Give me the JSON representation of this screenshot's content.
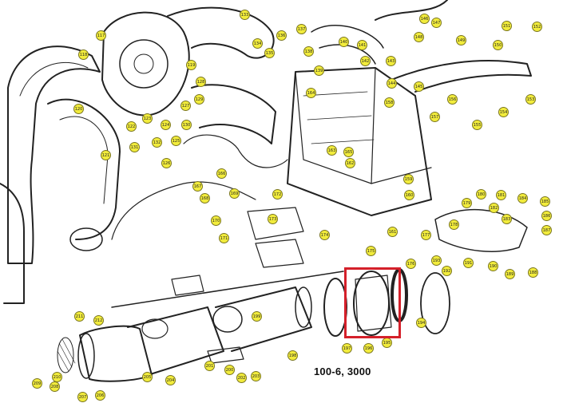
{
  "caption": "100-6, 3000",
  "highlight_color": "#d4202a",
  "callout_color": "#f2ec3c",
  "callouts": [
    "117",
    "118",
    "119",
    "120",
    "121",
    "122",
    "123",
    "124",
    "125",
    "126",
    "127",
    "128",
    "129",
    "130",
    "131",
    "132",
    "133",
    "134",
    "135",
    "136",
    "137",
    "138",
    "139",
    "140",
    "141",
    "142",
    "143",
    "144",
    "145",
    "146",
    "147",
    "148",
    "149",
    "150",
    "151",
    "152",
    "153",
    "154",
    "155",
    "156",
    "157",
    "158",
    "159",
    "160",
    "161",
    "162",
    "163",
    "164",
    "165",
    "166",
    "167",
    "168",
    "169",
    "170",
    "171",
    "172",
    "173",
    "174",
    "175",
    "176",
    "177",
    "178",
    "179",
    "180",
    "181",
    "182",
    "183",
    "184",
    "185",
    "186",
    "187",
    "188",
    "189",
    "190",
    "191",
    "192",
    "193",
    "194",
    "195",
    "196",
    "197",
    "198",
    "199",
    "200",
    "201",
    "202",
    "203",
    "204",
    "205",
    "206",
    "207",
    "208",
    "209",
    "210",
    "211",
    "212"
  ]
}
